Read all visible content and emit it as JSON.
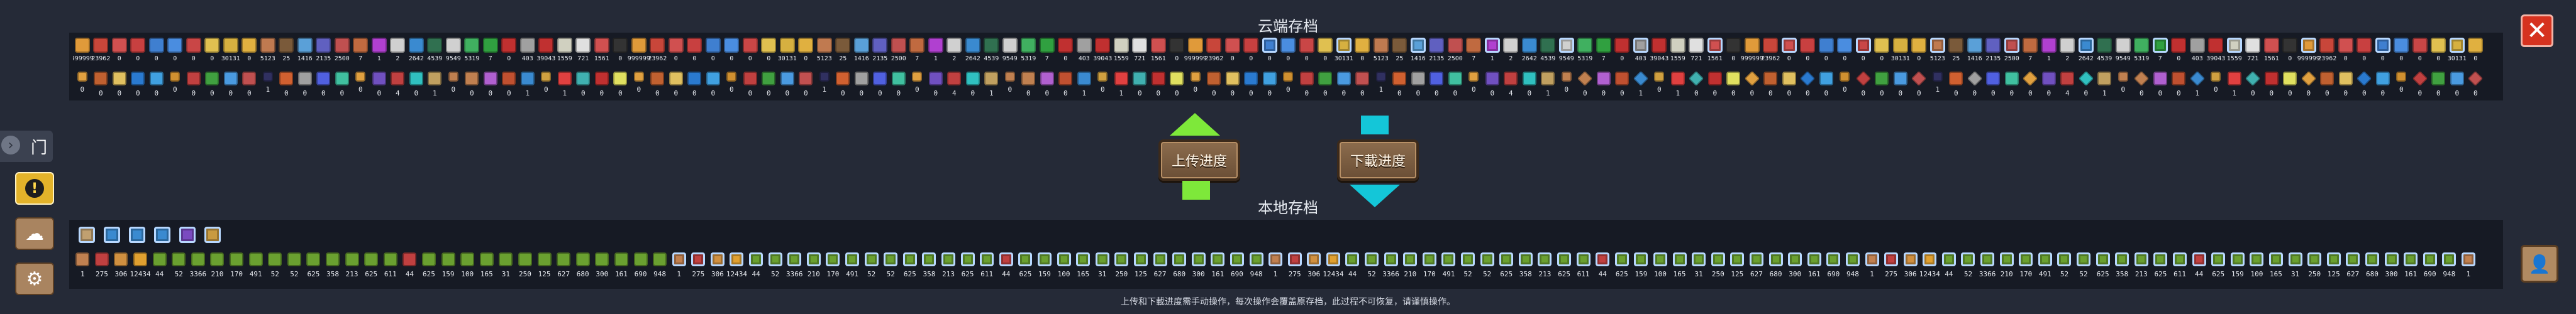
{
  "cloud": {
    "title": "云端存档",
    "row1": [
      {
        "c": "#e09a3a",
        "n": "999999"
      },
      {
        "c": "#c8463a",
        "n": "23962"
      },
      {
        "c": "#d05050",
        "n": "0"
      },
      {
        "c": "#c84040",
        "n": "0"
      },
      {
        "c": "#3f7fd0",
        "n": "0"
      },
      {
        "c": "#4a8de0",
        "n": "0"
      },
      {
        "c": "#c94646",
        "n": "0"
      },
      {
        "c": "#e0c050",
        "n": "0"
      },
      {
        "c": "#d6b040",
        "n": "30131"
      },
      {
        "c": "#e0b040",
        "n": "0"
      },
      {
        "c": "#c07a50",
        "n": "5123"
      },
      {
        "c": "#7a5a3a",
        "n": "25"
      },
      {
        "c": "#5aa0d8",
        "n": "1416"
      },
      {
        "c": "#6060c0",
        "n": "2135"
      },
      {
        "c": "#c05050",
        "n": "2500"
      },
      {
        "c": "#c06a40",
        "n": "7"
      },
      {
        "c": "#b040d0",
        "n": "1"
      },
      {
        "c": "#d0d0d0",
        "n": "2"
      },
      {
        "c": "#3a8ad0",
        "n": "2642"
      },
      {
        "c": "#307050",
        "n": "4539"
      },
      {
        "c": "#d0d0d0",
        "n": "9549"
      },
      {
        "c": "#40b060",
        "n": "5319"
      },
      {
        "c": "#30a040",
        "n": "7"
      },
      {
        "c": "#c03030",
        "n": "0"
      },
      {
        "c": "#a0a0a0",
        "n": "403"
      },
      {
        "c": "#c03030",
        "n": "39043"
      },
      {
        "c": "#d0d0c0",
        "n": "1559"
      },
      {
        "c": "#e0e0e0",
        "n": "721"
      },
      {
        "c": "#d05050",
        "n": "1561"
      },
      {
        "c": "#333333",
        "n": "0"
      }
    ],
    "row2": [
      {
        "c": "#e0a040",
        "n": "0"
      },
      {
        "c": "#c06030",
        "n": "0"
      },
      {
        "c": "#e0c060",
        "n": "0"
      },
      {
        "c": "#2a7ad0",
        "n": "0"
      },
      {
        "c": "#40a0e0",
        "n": "0"
      },
      {
        "c": "#d09030",
        "n": "0"
      },
      {
        "c": "#c04040",
        "n": "0"
      },
      {
        "c": "#40a040",
        "n": "0"
      },
      {
        "c": "#4a9ae0",
        "n": "0"
      },
      {
        "c": "#c05050",
        "n": "0"
      },
      {
        "c": "#303060",
        "n": "1"
      },
      {
        "c": "#d06030",
        "n": "0"
      },
      {
        "c": "#a0a0a0",
        "n": "0"
      },
      {
        "c": "#5060e0",
        "n": "0"
      },
      {
        "c": "#40c0a0",
        "n": "0"
      },
      {
        "c": "#e0a040",
        "n": "0"
      },
      {
        "c": "#7050c0",
        "n": "0"
      },
      {
        "c": "#c04040",
        "n": "4"
      },
      {
        "c": "#30c0c0",
        "n": "0"
      },
      {
        "c": "#c0a060",
        "n": "1"
      },
      {
        "c": "#c08050",
        "n": "0"
      },
      {
        "c": "#c08050",
        "n": "0"
      },
      {
        "c": "#b060d0",
        "n": "0"
      },
      {
        "c": "#c05030",
        "n": "0"
      },
      {
        "c": "#3a8ad0",
        "n": "1"
      },
      {
        "c": "#d0a040",
        "n": "0"
      },
      {
        "c": "#e04040",
        "n": "1"
      },
      {
        "c": "#40b0b0",
        "n": "0"
      },
      {
        "c": "#c03030",
        "n": "0"
      },
      {
        "c": "#e0e060",
        "n": "0"
      }
    ],
    "row_more": [
      {
        "c": "#3a8a5a"
      },
      {
        "c": "#5a6a9a"
      },
      {
        "c": "#8ad0f0"
      },
      {
        "c": "#c08040"
      },
      {
        "c": "#5aa050"
      },
      {
        "c": "#4060c0"
      },
      {
        "c": "#a07040"
      },
      {
        "c": "#c04040"
      },
      {
        "c": "#60b0e0"
      },
      {
        "c": "#30a050"
      },
      {
        "c": "#c0b050"
      },
      {
        "c": "#40c0c0"
      }
    ]
  },
  "local": {
    "title": "本地存档",
    "row1": [
      {
        "c": "#c0a070"
      },
      {
        "c": "#3a8ad0"
      },
      {
        "c": "#3a8ad0"
      },
      {
        "c": "#3a8ad0"
      },
      {
        "c": "#7a4ac0"
      },
      {
        "c": "#c89a40"
      }
    ],
    "row2": [
      {
        "c": "#c08050",
        "n": "1"
      },
      {
        "c": "#c04040",
        "n": "275"
      },
      {
        "c": "#d09040",
        "n": "306"
      },
      {
        "c": "#e0a030",
        "n": "12434"
      },
      {
        "c": "#6aa030",
        "n": "44"
      },
      {
        "c": "#6aa030",
        "n": "52"
      },
      {
        "c": "#6aa030",
        "n": "3366"
      },
      {
        "c": "#6aa030",
        "n": "210"
      },
      {
        "c": "#6aa030",
        "n": "170"
      },
      {
        "c": "#6aa030",
        "n": "491"
      },
      {
        "c": "#6aa030",
        "n": "52"
      },
      {
        "c": "#6aa030",
        "n": "52"
      },
      {
        "c": "#6aa030",
        "n": "625"
      },
      {
        "c": "#6aa030",
        "n": "358"
      },
      {
        "c": "#6aa030",
        "n": "213"
      },
      {
        "c": "#6aa030",
        "n": "625"
      },
      {
        "c": "#6aa030",
        "n": "611"
      },
      {
        "c": "#c04040",
        "n": "44"
      },
      {
        "c": "#6aa030",
        "n": "625"
      },
      {
        "c": "#6aa030",
        "n": "159"
      },
      {
        "c": "#6aa030",
        "n": "100"
      },
      {
        "c": "#6aa030",
        "n": "165"
      },
      {
        "c": "#6aa030",
        "n": "31"
      },
      {
        "c": "#6aa030",
        "n": "250"
      },
      {
        "c": "#6aa030",
        "n": "125"
      },
      {
        "c": "#6aa030",
        "n": "627"
      },
      {
        "c": "#6aa030",
        "n": "680"
      },
      {
        "c": "#6aa030",
        "n": "300"
      },
      {
        "c": "#6aa030",
        "n": "161"
      },
      {
        "c": "#6aa030",
        "n": "690"
      },
      {
        "c": "#6aa030",
        "n": "948"
      }
    ]
  },
  "buttons": {
    "upload_label": "上传进度",
    "download_label": "下載进度"
  },
  "footer": {
    "note": "上传和下載进度需手动操作，每次操作会覆盖原存档，此过程不可恢复，请谨慎操作。"
  },
  "colors": {
    "background": "#252a37",
    "strip": "#161a24",
    "upload_arrow": "#7ee83a",
    "download_arrow": "#14c6d8",
    "close": "#d6321f"
  },
  "icons": [
    "close-icon",
    "alert-icon",
    "cloud-upload-icon",
    "gear-icon",
    "profile-icon",
    "collapse-arrow-icon"
  ],
  "sidebar": {
    "collapsed_label": "门"
  }
}
